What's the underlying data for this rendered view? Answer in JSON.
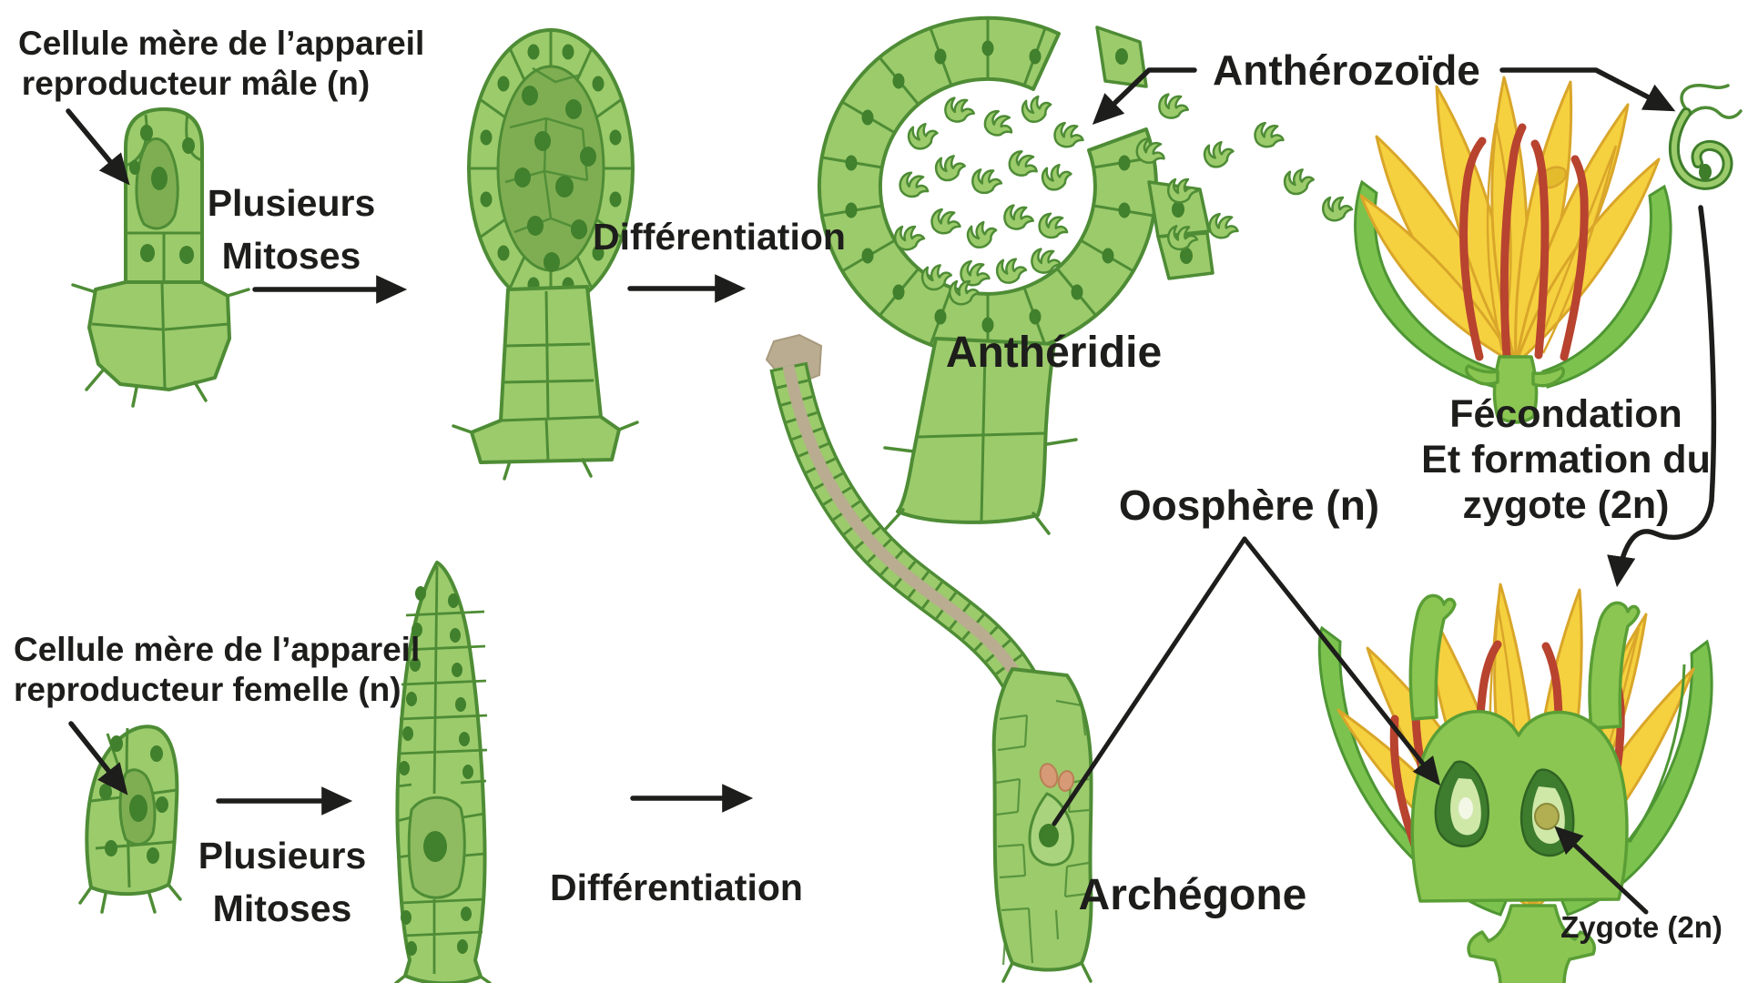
{
  "labels": {
    "male_mother_cell": {
      "line1": "Cellule mère de l’appareil",
      "line2": "reproducteur mâle (n)"
    },
    "mitoses_top": {
      "line1": "Plusieurs",
      "line2": "Mitoses"
    },
    "differentiation_top": "Différentiation",
    "antherozoide": "Anthérozoïde",
    "antheridie": "Anthéridie",
    "fecondation": {
      "line1": "Fécondation",
      "line2": "Et formation du",
      "line3": "zygote (2n)"
    },
    "oosphere": "Oosphère (n)",
    "archegone": "Archégone",
    "zygote": "Zygote (2n)",
    "female_mother_cell": {
      "line1": "Cellule mère de l’appareil",
      "line2": "reproducteur femelle (n)"
    },
    "mitoses_bottom": {
      "line1": "Plusieurs",
      "line2": "Mitoses"
    },
    "differentiation_bottom": "Différentiation"
  },
  "colors": {
    "background": "#ffffff",
    "text": "#1d1d1b",
    "cell_fill": "#9ccb6c",
    "cell_fill_dark": "#7fae52",
    "cell_outline": "#4e8c35",
    "nucleus": "#41802c",
    "canal_tan": "#b9ac90",
    "salmon": "#d79a77",
    "petal_yellow": "#f6d13f",
    "petal_outline": "#d9a62a",
    "filament_red": "#b8432f",
    "sepal_green": "#7cc24e",
    "sepal_outline": "#4e9634",
    "stem_green": "#8bc653",
    "stem_outline": "#5a9e35",
    "archegonium_dark": "#3e7d2e",
    "arch_inner": "#cfe8a8",
    "zygote_olive": "#b2ae52",
    "arrow_black": "#1d1d1b"
  }
}
